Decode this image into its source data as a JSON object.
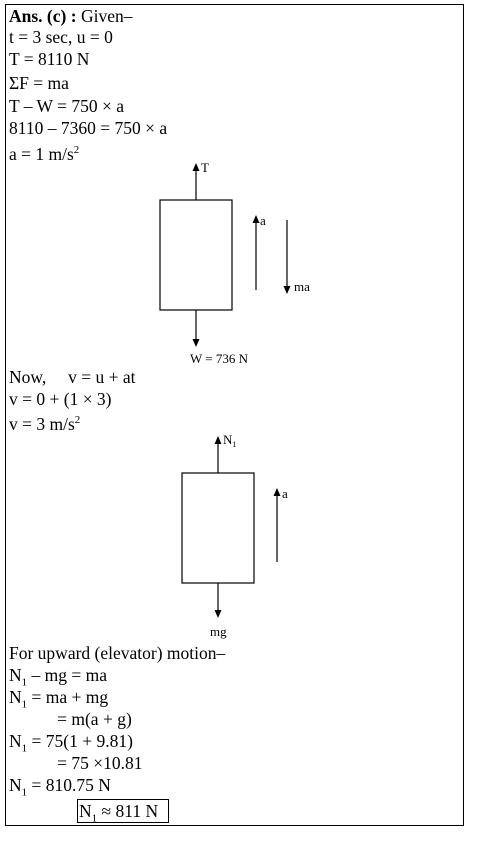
{
  "solution": {
    "answer_label": "Ans. (c) :",
    "given_label": " Given–",
    "lines": [
      "t = 3 sec, u = 0",
      "T = 8110 N",
      "ΣF = ma",
      "T – W = 750 × a",
      "8110 – 7360 = 750 × a"
    ],
    "accel_text": "a = 1 m/s",
    "accel_exp": "2",
    "diagram1": {
      "T": "T",
      "a": "a",
      "ma": "ma",
      "W": "W = 736 N"
    },
    "now_lines": [
      "Now,     v = u + at",
      "v = 0 + (1 × 3)"
    ],
    "v_text": "v = 3 m/s",
    "v_exp": "2",
    "diagram2": {
      "N": "N",
      "N_sub": "1",
      "a": "a",
      "mg": "mg"
    },
    "upward_label": "For upward (elevator) motion–",
    "eq": [
      {
        "pre": "N",
        "sub": "1",
        "post": " – mg = ma"
      },
      {
        "pre": "N",
        "sub": "1",
        "post": " = ma + mg"
      },
      {
        "pre": "",
        "sub": "",
        "post": "           = m(a + g)"
      },
      {
        "pre": "N",
        "sub": "1",
        "post": " = 75(1 + 9.81)"
      },
      {
        "pre": "",
        "sub": "",
        "post": "           = 75 ×10.81"
      },
      {
        "pre": "N",
        "sub": "1",
        "post": " = 810.75 N"
      }
    ],
    "final": {
      "pre": "N",
      "sub": "1",
      "post": " ≈ 811 N"
    }
  }
}
